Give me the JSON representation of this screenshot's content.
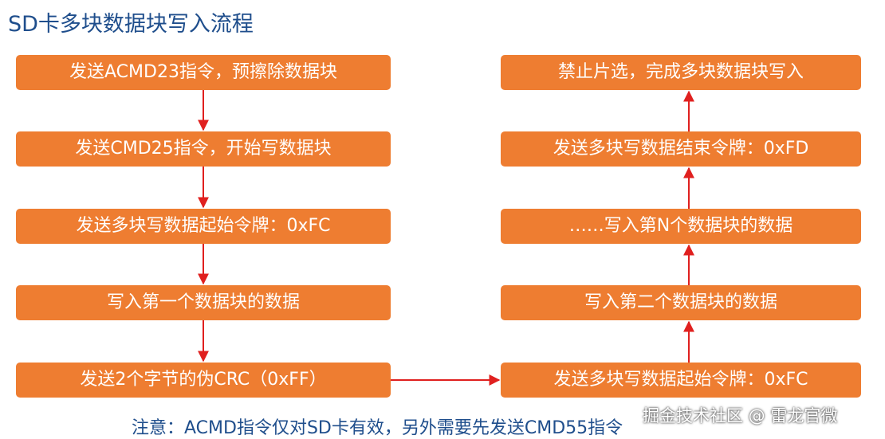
{
  "title": "SD卡多块数据块写入流程",
  "left_steps": [
    "发送ACMD23指令，预擦除数据块",
    "发送CMD25指令，开始写数据块",
    "发送多块写数据起始令牌：0xFC",
    "写入第一个数据块的数据",
    "发送2个字节的伪CRC（0xFF）"
  ],
  "right_steps": [
    "禁止片选，完成多块数据块写入",
    "发送多块写数据结束令牌：0xFD",
    "……写入第N个数据块的数据",
    "写入第二个数据块的数据",
    "发送多块写数据起始令牌：0xFC"
  ],
  "note": "注意：ACMD指令仅对SD卡有效，另外需要先发送CMD55指令",
  "watermark": "掘金技术社区 @ 雷龙官微",
  "colors": {
    "box": "#ee7d31",
    "arrow": "#e0201f",
    "title": "#1f4e8c"
  }
}
